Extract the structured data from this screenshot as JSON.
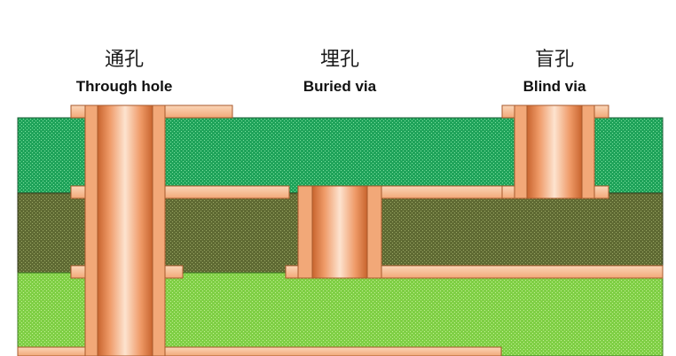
{
  "labels": [
    {
      "key": "through",
      "zh": "通孔",
      "en": "Through hole"
    },
    {
      "key": "buried",
      "zh": "埋孔",
      "en": "Buried via"
    },
    {
      "key": "blind",
      "zh": "盲孔",
      "en": "Blind via"
    }
  ],
  "colors": {
    "layer_top": "#1fa35a",
    "layer_mid": "#5f6a33",
    "layer_bottom": "#7fcf45",
    "copper_light": "#f9c9a2",
    "copper_mid": "#ef9a68",
    "copper_dark": "#c8642e",
    "copper_outline": "#a85a2c"
  },
  "layers": [
    {
      "name": "layer-top",
      "color_key": "layer_top"
    },
    {
      "name": "layer-middle",
      "color_key": "layer_mid"
    },
    {
      "name": "layer-bottom",
      "color_key": "layer_bottom"
    }
  ]
}
